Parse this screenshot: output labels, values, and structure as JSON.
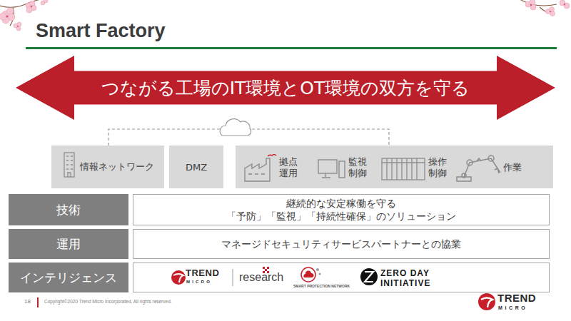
{
  "diagram": {
    "title": "Smart Factory",
    "nodes": [
      {
        "text": [
          "つながる工場のIT環境とOT環境の双方を守る"
        ]
      },
      {
        "text": [
          "情報ネットワーク"
        ]
      },
      {
        "text": [
          "DMZ"
        ]
      },
      {
        "text": [
          "拠点 運用"
        ]
      },
      {
        "text": [
          "監視 制御"
        ]
      },
      {
        "text": [
          "操作 制御"
        ]
      },
      {
        "text": [
          "作業"
        ]
      },
      {
        "text": [
          "技術"
        ]
      },
      {
        "text": [
          "継続的な安定稼働を守る",
          "「予防」「監視」「持続性確保」のソリューション"
        ]
      },
      {
        "text": [
          "運用"
        ]
      },
      {
        "text": [
          "マネージドセキュリティサービスパートナーとの協業"
        ]
      },
      {
        "text": [
          "インテリジェンス"
        ]
      },
      {
        "text": [
          "TREND",
          "MICRO",
          "research",
          "SMART PROTECTION NETWORK",
          "ZERO DAY",
          "INITIATIVE"
        ]
      }
    ],
    "labels": [
      "18",
      "Copyright©2020 Trend Micro Incorporated. All rights reserved.",
      "TREND",
      "MICRO"
    ]
  }
}
